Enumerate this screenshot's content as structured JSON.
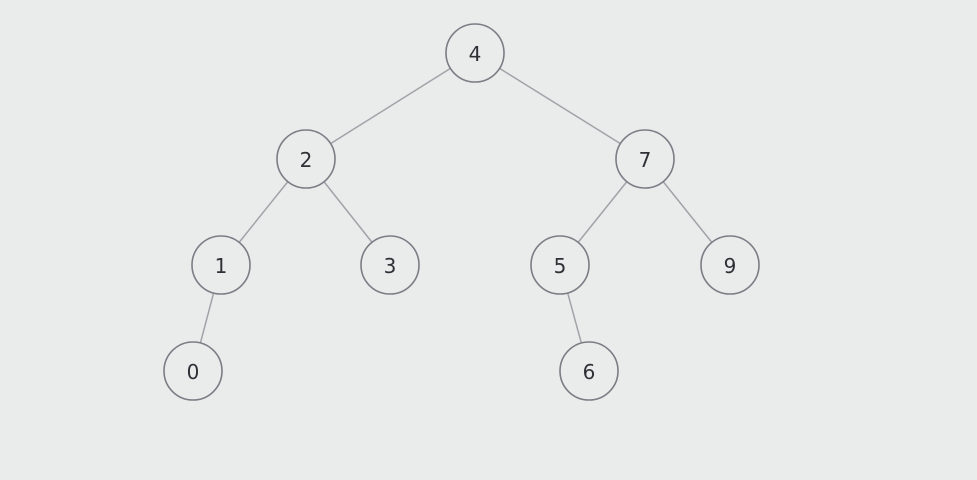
{
  "tree": {
    "nodes": [
      {
        "id": "n4",
        "label": "4"
      },
      {
        "id": "n2",
        "label": "2"
      },
      {
        "id": "n7",
        "label": "7"
      },
      {
        "id": "n1",
        "label": "1"
      },
      {
        "id": "n3",
        "label": "3"
      },
      {
        "id": "n5",
        "label": "5"
      },
      {
        "id": "n9",
        "label": "9"
      },
      {
        "id": "n0",
        "label": "0"
      },
      {
        "id": "n6",
        "label": "6"
      }
    ],
    "edges": [
      {
        "from": "n4",
        "to": "n2"
      },
      {
        "from": "n4",
        "to": "n7"
      },
      {
        "from": "n2",
        "to": "n1"
      },
      {
        "from": "n2",
        "to": "n3"
      },
      {
        "from": "n7",
        "to": "n5"
      },
      {
        "from": "n7",
        "to": "n9"
      },
      {
        "from": "n1",
        "to": "n0"
      },
      {
        "from": "n5",
        "to": "n6"
      }
    ]
  },
  "colors": {
    "background": "#eaebeb",
    "node_stroke": "#7c7c85",
    "edge": "#a2a3a8",
    "text": "#2f3036"
  }
}
